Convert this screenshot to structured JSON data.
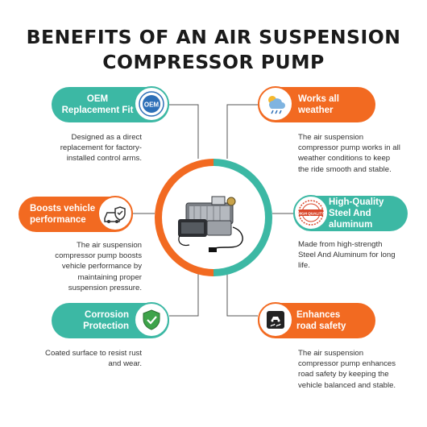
{
  "title": {
    "line1": "BENEFITS OF AN AIR SUSPENSION",
    "line2": "COMPRESSOR PUMP"
  },
  "colors": {
    "teal": "#3cb8a4",
    "orange": "#f26a21",
    "text": "#1a1a1a",
    "connector": "#555555"
  },
  "center_image": {
    "icon": "air-compressor-pump-image"
  },
  "benefits": [
    {
      "title_line1": "OEM",
      "title_line2": "Replacement Fit",
      "icon": "oem-badge-icon",
      "description": [
        "Designed as a direct",
        "replacement for factory-",
        "installed control arms."
      ]
    },
    {
      "title_line1": "Works all",
      "title_line2": "weather",
      "icon": "weather-icon",
      "description": [
        "The air suspension",
        "compressor pump works in all",
        "weather conditions to keep",
        "the ride smooth and stable."
      ]
    },
    {
      "title_line1": "Boosts vehicle",
      "title_line2": "performance",
      "icon": "car-shield-icon",
      "description": [
        "The air suspension",
        "compressor pump boosts",
        "vehicle performance by",
        "maintaining proper",
        "suspension pressure."
      ]
    },
    {
      "title_line1": "High-Quality",
      "title_line2": "Steel And",
      "title_line3": "aluminum",
      "icon": "high-quality-stamp-icon",
      "badge_text": "HIGH QUALITY",
      "description": [
        "Made from high-strength",
        "Steel And Aluminum for long",
        "life."
      ]
    },
    {
      "title_line1": "Corrosion",
      "title_line2": "Protection",
      "icon": "shield-check-icon",
      "description": [
        "Coated surface to resist rust",
        "and wear."
      ]
    },
    {
      "title_line1": "Enhances",
      "title_line2": "road safety",
      "icon": "slippery-road-icon",
      "description": [
        "The air suspension",
        "compressor pump enhances",
        "road safety by keeping the",
        "vehicle balanced and stable."
      ]
    }
  ]
}
